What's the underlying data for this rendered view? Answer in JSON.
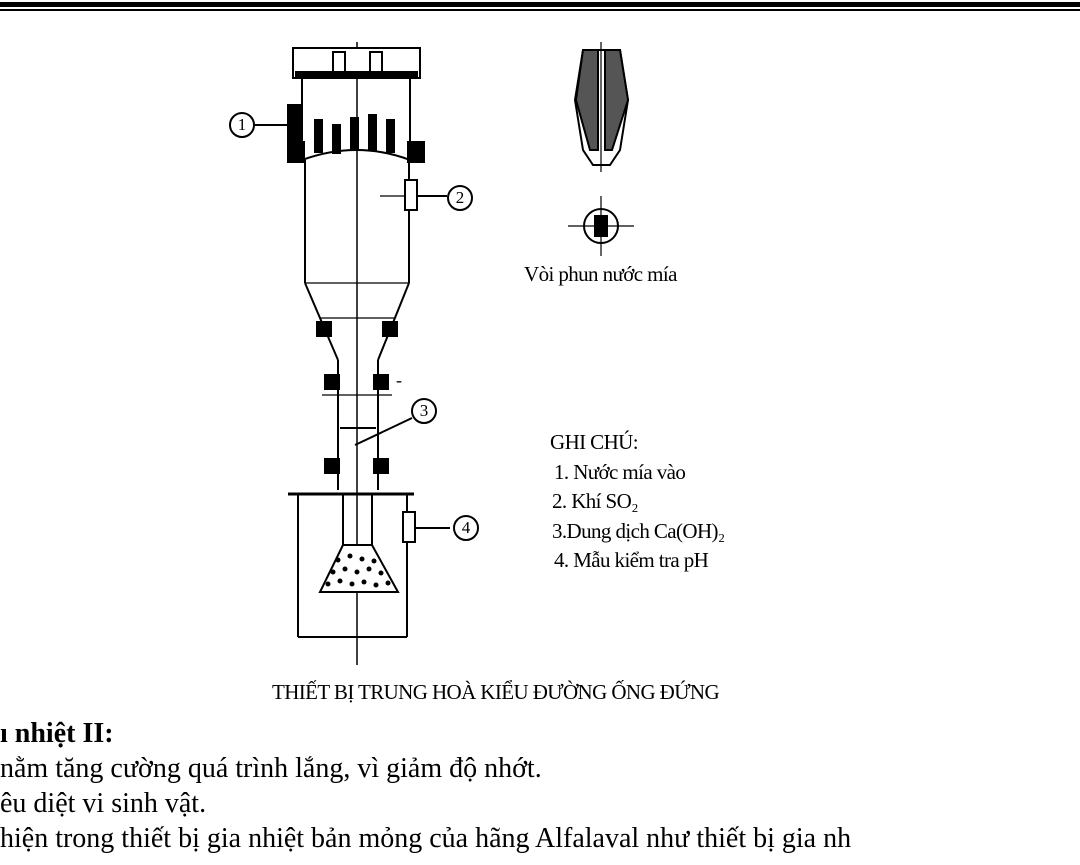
{
  "figure": {
    "nozzle_caption": "Vòi phun nước mía",
    "main_caption": "THIẾT BỊ TRUNG HOÀ KIỂU ĐƯỜNG ỐNG ĐỨNG",
    "callouts": [
      "1",
      "2",
      "3",
      "4"
    ],
    "minus_mark": "-",
    "notes": {
      "title": "GHI CHÚ:",
      "items": [
        "1. Nước mía vào",
        "2. Khí SO₂",
        "3.Dung dịch Ca(OH)₂",
        "4. Mẫu kiểm tra pH"
      ]
    }
  },
  "text": {
    "lines": [
      "ı nhiệt II:",
      "nằm  tăng cường quá trình lắng, vì giảm độ nhớt.",
      "êu diệt vi sinh vật.",
      "hiện trong thiết bị gia nhiệt bản mỏng của hãng Alfalaval như thiết bị gia nh"
    ]
  }
}
